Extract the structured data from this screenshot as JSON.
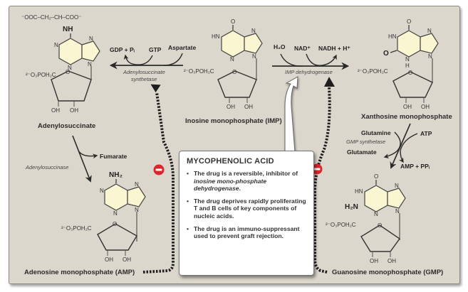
{
  "colors": {
    "panel_bg": "#dcd7cd",
    "ring_fill": "#faf6d2",
    "inhibit_red": "#d9262c",
    "callout_bg": "#ffffff",
    "text": "#2b2b2b"
  },
  "molecules": {
    "adenylosuccinate": {
      "name": "Adenylosuccinate",
      "side_chain": "⁻OOC–CH₂–CH–COO⁻",
      "substituent": "NH",
      "phosphate": "²⁻O₃POH₂C",
      "oh1": "OH",
      "oh2": "OH",
      "n_labels": [
        "N",
        "N",
        "N",
        "N"
      ],
      "ring_o": "O"
    },
    "imp": {
      "name": "Inosine monophosphate (IMP)",
      "carbonyl": "O",
      "hn": "HN",
      "phosphate": "²⁻O₃POH₂C",
      "oh1": "OH",
      "oh2": "OH",
      "n_labels": [
        "N",
        "N",
        "N"
      ],
      "ring_o": "O"
    },
    "xmp": {
      "name": "Xanthosine monophosphate",
      "carbonyl_top": "O",
      "carbonyl_side": "O",
      "hn": "HN",
      "nh_bottom": "N",
      "h_bottom": "H",
      "phosphate": "²⁻O₃POH₂C",
      "oh1": "OH",
      "oh2": "OH",
      "n_labels": [
        "N",
        "N"
      ],
      "ring_o": "O"
    },
    "amp": {
      "name": "Adenosine monophosphate (AMP)",
      "substituent": "NH₂",
      "phosphate": "²⁻O₃POH₂C",
      "oh1": "OH",
      "oh2": "OH",
      "n_labels": [
        "N",
        "N",
        "N",
        "N"
      ],
      "ring_o": "O"
    },
    "gmp": {
      "name": "Guanosine monophosphate (GMP)",
      "carbonyl": "O",
      "hn": "HN",
      "amino": "H₂N",
      "phosphate": "²⁻O₃POH₂C",
      "oh1": "OH",
      "oh2": "OH",
      "n_labels": [
        "N",
        "N",
        "N"
      ],
      "ring_o": "O"
    }
  },
  "reactions": {
    "adenylosuccinate_synthetase": {
      "enzyme": [
        "Adenylosuccinate",
        "synthetase"
      ],
      "products": "GDP + Pᵢ",
      "cofactor": "GTP",
      "substrate": "Aspartate"
    },
    "imp_dehydrogenase": {
      "enzyme": "IMP dehydrogenase",
      "water": "H₂O",
      "nad": "NAD⁺",
      "products": "NADH + H⁺"
    },
    "adenylosuccinase": {
      "enzyme": "Adenylosuccinase",
      "product": "Fumarate"
    },
    "gmp_synthetase": {
      "enzyme": "GMP synthetase",
      "glutamine": "Glutamine",
      "glutamate": "Glutamate",
      "atp": "ATP",
      "products": "AMP + PPᵢ"
    }
  },
  "inhibition_symbols": [
    "minus",
    "minus"
  ],
  "callout": {
    "title": "MYCOPHENOLIC ACID",
    "bullets": [
      {
        "pre": "The drug is a reversible, inhibitor of ",
        "em": "inosine mono-phosphate dehydrogenase",
        "post": "."
      },
      {
        "pre": "The drug deprives rapidly proliferating T and B cells of key components of nucleic acids.",
        "em": "",
        "post": ""
      },
      {
        "pre": "The drug is an immuno-suppressant used to prevent graft rejection.",
        "em": "",
        "post": ""
      }
    ]
  }
}
